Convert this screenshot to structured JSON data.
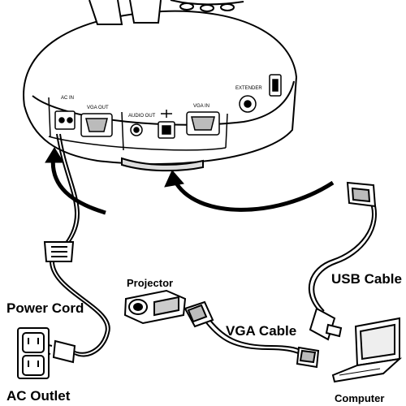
{
  "labels": {
    "projector": "Projector",
    "usb_cable": "USB Cable",
    "power_cord": "Power Cord",
    "vga_cable": "VGA  Cable",
    "ac_outlet": "AC Outlet",
    "computer": "Computer"
  },
  "ports": {
    "ac_in": "AC IN",
    "vga_out": "VGA OUT",
    "audio_out": "AUDIO OUT",
    "vga_in": "VGA IN",
    "extender": "EXTENDER"
  },
  "icons": [
    "device-body",
    "ac-in-port",
    "vga-out-port",
    "audio-out-port",
    "usb-port-icon",
    "vga-in-port",
    "extender-port",
    "usb-side-icon",
    "power-plug",
    "ac-outlet",
    "projector",
    "vga-connector",
    "usb-connector",
    "laptop",
    "arrow-up-icon"
  ]
}
